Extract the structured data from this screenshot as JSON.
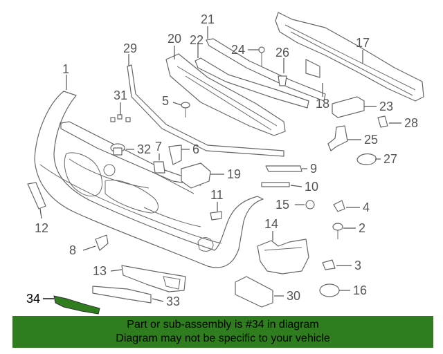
{
  "callouts": {
    "n1": "1",
    "n2": "2",
    "n3": "3",
    "n4": "4",
    "n5": "5",
    "n6": "6",
    "n7": "7",
    "n8": "8",
    "n9": "9",
    "n10": "10",
    "n11": "11",
    "n12": "12",
    "n13": "13",
    "n14": "14",
    "n15": "15",
    "n16": "16",
    "n17": "17",
    "n18": "18",
    "n19": "19",
    "n20": "20",
    "n21": "21",
    "n22": "22",
    "n23": "23",
    "n24": "24",
    "n25": "25",
    "n26": "26",
    "n27": "27",
    "n28": "28",
    "n29": "29",
    "n30": "30",
    "n31": "31",
    "n32": "32",
    "n33": "33",
    "n34": "34"
  },
  "highlighted_part": "34",
  "colors": {
    "banner_background": "#2f7d1f",
    "line_art": "#666666",
    "highlight_part": "#2f7d1f"
  },
  "banner": {
    "line1": "Part or sub-assembly is #34 in diagram",
    "line2": "Diagram may not be specific to your vehicle"
  }
}
